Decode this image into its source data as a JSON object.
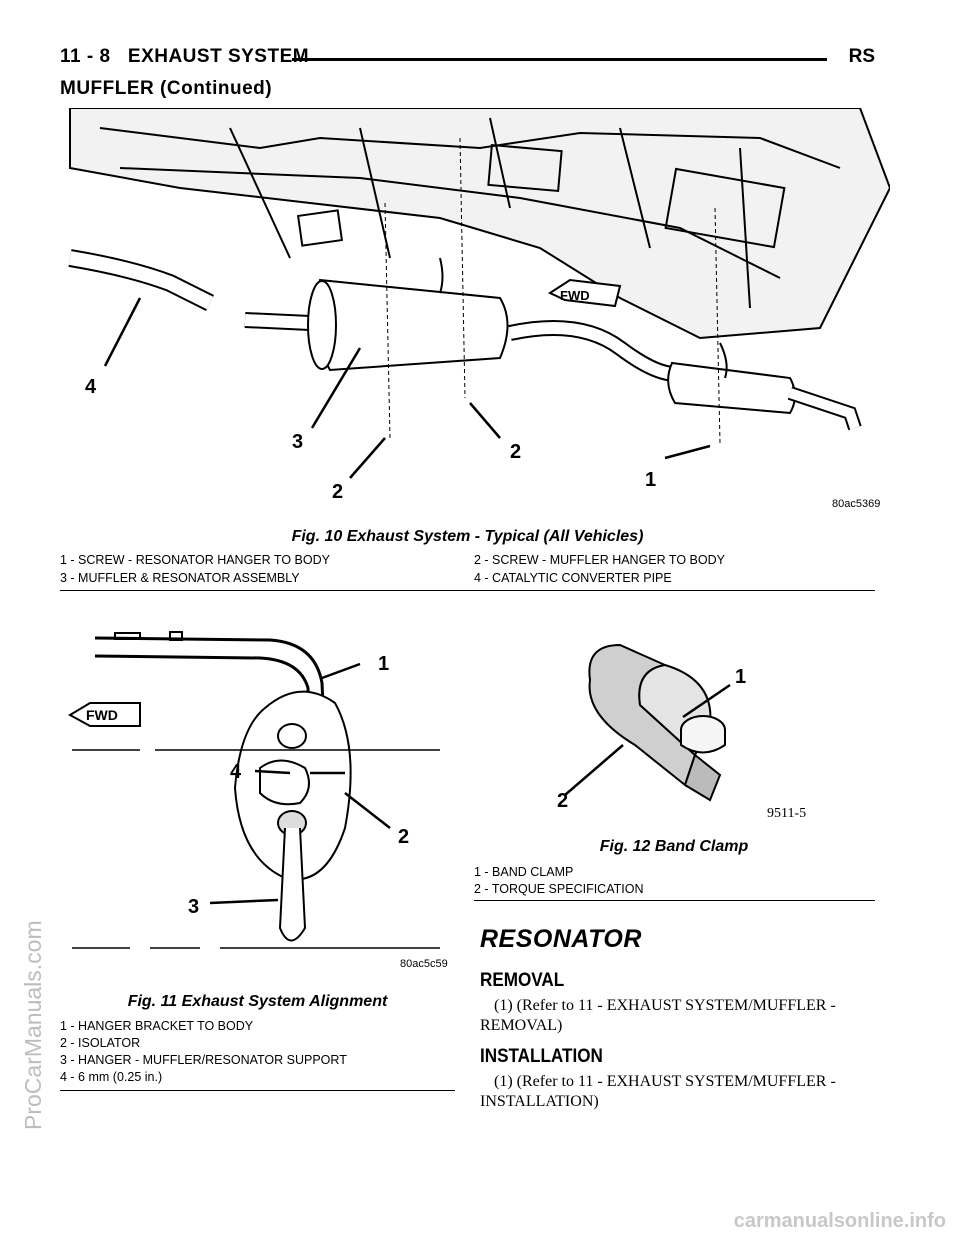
{
  "header": {
    "page": "11 - 8",
    "section": "EXHAUST SYSTEM",
    "model": "RS"
  },
  "continued_title": "MUFFLER (Continued)",
  "fig10": {
    "image_code": "80ac5369",
    "caption": "Fig. 10 Exhaust System - Typical (All Vehicles)",
    "callouts": [
      "4",
      "3",
      "2",
      "2",
      "1"
    ],
    "fwd_label": "FWD",
    "legend": [
      "1 - SCREW - RESONATOR HANGER TO BODY",
      "2 - SCREW - MUFFLER HANGER TO BODY",
      "3 - MUFFLER & RESONATOR ASSEMBLY",
      "4 - CATALYTIC CONVERTER PIPE"
    ]
  },
  "fig11": {
    "image_code": "80ac5c59",
    "caption": "Fig. 11 Exhaust System Alignment",
    "callouts": [
      "1",
      "4",
      "2",
      "3"
    ],
    "fwd_label": "FWD",
    "legend": [
      "1 - HANGER BRACKET TO BODY",
      "2 - ISOLATOR",
      "3 - HANGER - MUFFLER/RESONATOR SUPPORT",
      "4 - 6 mm (0.25 in.)"
    ]
  },
  "fig12": {
    "image_code": "9511-5",
    "caption": "Fig. 12 Band Clamp",
    "callouts": [
      "1",
      "2"
    ],
    "legend": [
      "1 - BAND CLAMP",
      "2 - TORQUE SPECIFICATION"
    ]
  },
  "resonator": {
    "title": "RESONATOR",
    "removal_heading": "REMOVAL",
    "removal_text": "(1) (Refer to 11 - EXHAUST SYSTEM/MUFFLER - REMOVAL)",
    "installation_heading": "INSTALLATION",
    "installation_text": "(1) (Refer to 11 - EXHAUST SYSTEM/MUFFLER - INSTALLATION)"
  },
  "watermark_side": "ProCarManuals.com",
  "watermark_bottom": "carmanualsonline.info"
}
